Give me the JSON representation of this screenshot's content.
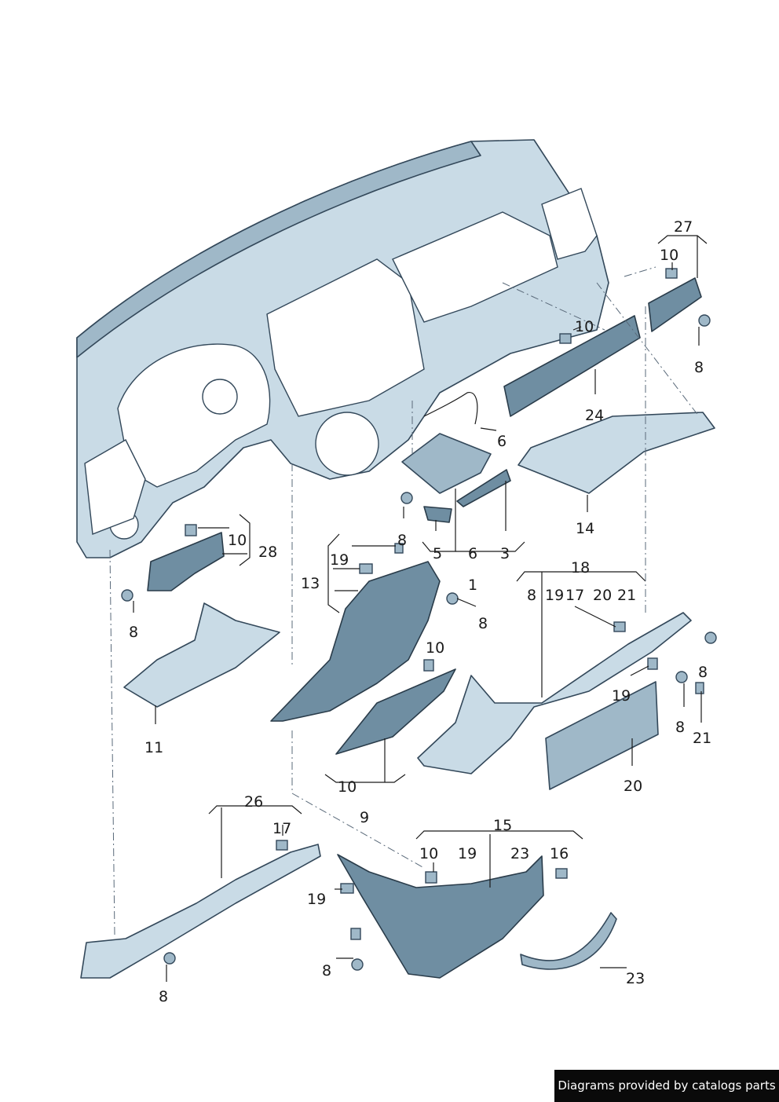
{
  "labels": {
    "l27": "27",
    "l10a": "10",
    "l8a": "8",
    "l10b": "10",
    "l24": "24",
    "l6a": "6",
    "l14": "14",
    "l10c": "10",
    "l28": "28",
    "l8b": "8",
    "l5": "5",
    "l6b": "6",
    "l3": "3",
    "l19a": "19",
    "l13": "13",
    "l1": "1",
    "l8c": "8",
    "l18": "18",
    "l8d": "8",
    "l19b": "19",
    "l17a": "17",
    "l20a": "20",
    "l21a": "21",
    "l8e": "8",
    "l8f": "8",
    "l10d": "10",
    "l11": "11",
    "l19c": "19",
    "l8g": "8",
    "l21b": "21",
    "l20b": "20",
    "l10e": "10",
    "l9": "9",
    "l26": "26",
    "l17b": "17",
    "l15": "15",
    "l10f": "10",
    "l19d": "19",
    "l23a": "23",
    "l16": "16",
    "l19e": "19",
    "l8h": "8",
    "l23b": "23",
    "l8i": "8"
  },
  "footer": {
    "text": "Diagrams provided by catalogs parts"
  }
}
